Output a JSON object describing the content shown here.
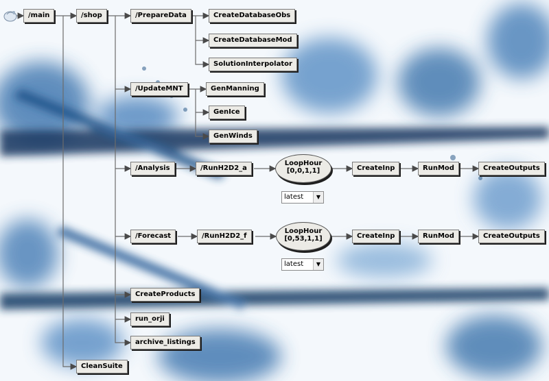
{
  "nodes": {
    "main": "/main",
    "shop": "/shop",
    "prepare_data": "/PrepareData",
    "create_database_obs": "CreateDatabaseObs",
    "create_database_mod": "CreateDatabaseMod",
    "solution_interpolator": "SolutionInterpolator",
    "update_mnt": "/UpdateMNT",
    "gen_manning": "GenManning",
    "gen_ice": "GenIce",
    "gen_winds": "GenWinds",
    "analysis": "/Analysis",
    "runh2d2_a": "/RunH2D2_a",
    "create_inp_a": "CreateInp",
    "run_mod_a": "RunMod",
    "create_outputs_a": "CreateOutputs",
    "forecast": "/Forecast",
    "runh2d2_f": "/RunH2D2_f",
    "create_inp_f": "CreateInp",
    "run_mod_f": "RunMod",
    "create_outputs_f": "CreateOutputs",
    "create_products": "CreateProducts",
    "run_orji": "run_orji",
    "archive_listings": "archive_listings",
    "clean_suite": "CleanSuite"
  },
  "loops": {
    "analysis": {
      "title": "LoopHour",
      "range": "[0,0,1,1]",
      "selected": "latest"
    },
    "forecast": {
      "title": "LoopHour",
      "range": "[0,53,1,1]",
      "selected": "latest"
    }
  },
  "icons": {
    "suite": "suite-icon"
  },
  "colors": {
    "wire": "#6b6b6b",
    "arrow": "#4a4a4a",
    "node_bg": "#ecebe6",
    "accent_blue": "#1c5a9c"
  }
}
